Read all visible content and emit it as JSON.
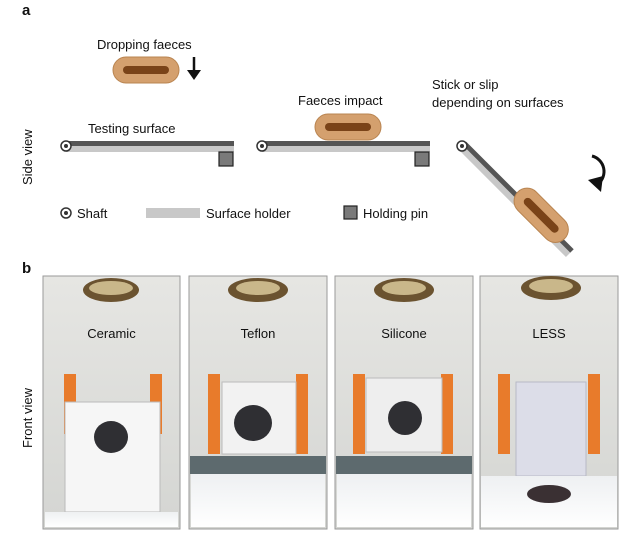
{
  "panel_a": {
    "letter": "a",
    "side_view": "Side view",
    "dropping": "Dropping faeces",
    "testing_surface": "Testing surface",
    "faeces_impact": "Faeces impact",
    "stick_slip_1": "Stick or slip",
    "stick_slip_2": "depending on surfaces",
    "legend": {
      "shaft": "Shaft",
      "surface_holder": "Surface holder",
      "holding_pin": "Holding pin"
    }
  },
  "panel_b": {
    "letter": "b",
    "front_view": "Front view",
    "photos": [
      {
        "label": "Ceramic"
      },
      {
        "label": "Teflon"
      },
      {
        "label": "Silicone"
      },
      {
        "label": "LESS"
      }
    ]
  },
  "colors": {
    "faeces_outer": "#d4a06e",
    "faeces_inner": "#7a4318",
    "surface_dark": "#555555",
    "holder": "#c8c8c8",
    "pin": "#7a7a7a"
  }
}
